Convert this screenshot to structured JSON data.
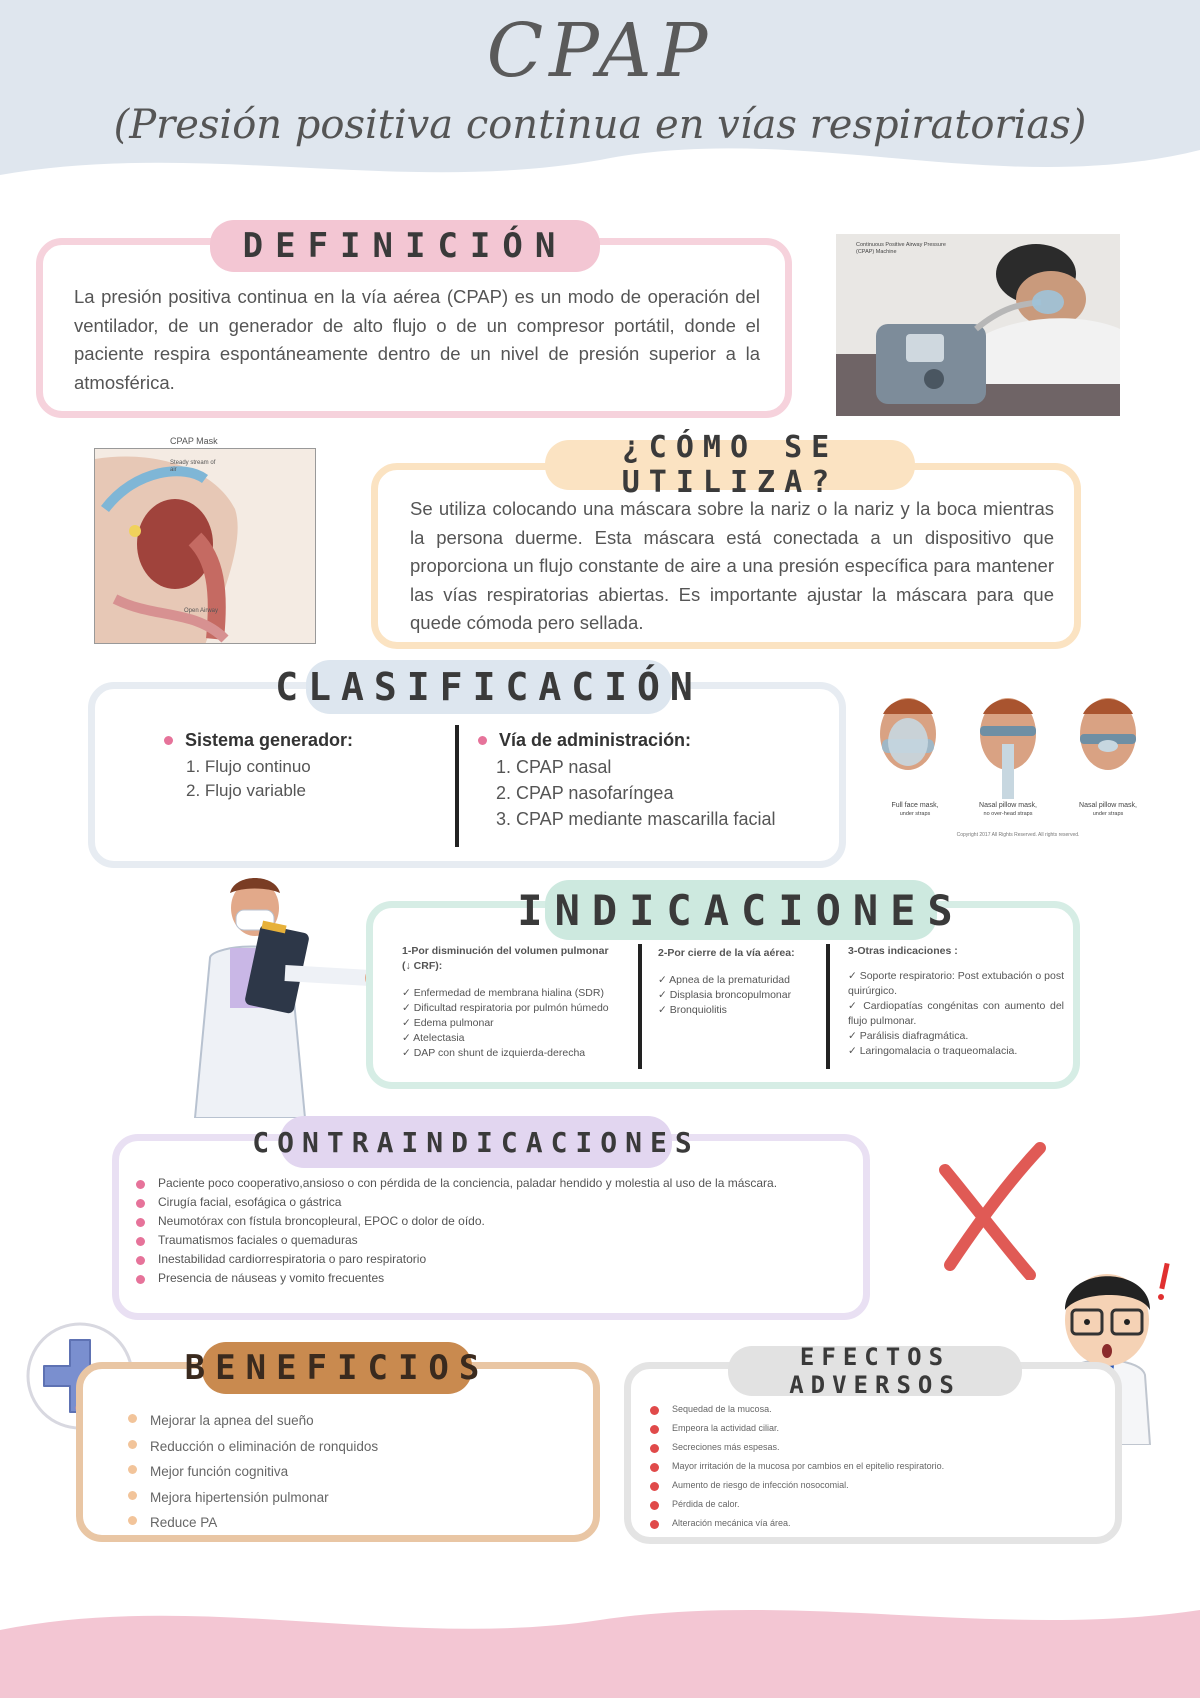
{
  "header": {
    "title": "CPAP",
    "subtitle": "(Presión positiva continua en vías respiratorias)"
  },
  "definicion": {
    "heading": "DEFINICIÓN",
    "text": "La presión positiva continua en la vía aérea (CPAP) es un modo de operación del ventilador, de un generador de alto flujo o de un compresor portátil, donde el paciente respira espontáneamente dentro de un nivel de presión superior a la atmosférica.",
    "image_caption": "Continuous Positive Airway Pressure (CPAP) Machine"
  },
  "uso": {
    "heading": "¿CÓMO SE UTILIZA?",
    "text": "Se utiliza colocando una máscara sobre la nariz o la nariz y la boca mientras la persona duerme. Esta máscara está conectada a un dispositivo que proporciona un flujo constante de aire a una presión específica para mantener las vías respiratorias abiertas. Es importante ajustar la máscara para que quede cómoda pero sellada.",
    "image_top_label": "CPAP Mask",
    "image_label_stream": "Steady stream of air",
    "image_label_airway": "Open Airway"
  },
  "clasificacion": {
    "heading": "CLASIFICACIÓN",
    "left_title": "Sistema generador:",
    "left_items": [
      "1. Flujo continuo",
      "2. Flujo variable"
    ],
    "right_title": "Vía de administración:",
    "right_items": [
      "1. CPAP nasal",
      "2. CPAP nasofaríngea",
      "3. CPAP mediante mascarilla facial"
    ],
    "masks": [
      {
        "label": "Full face mask,",
        "sub": "under straps"
      },
      {
        "label": "Nasal pillow mask,",
        "sub": "no over-head straps"
      },
      {
        "label": "Nasal pillow mask,",
        "sub": "under straps"
      }
    ],
    "copyright": "Copyright 2017 All Rights Reserved. All rights reserved."
  },
  "indicaciones": {
    "heading": "INDICACIONES",
    "col1_title": "1-Por disminución del volumen pulmonar (↓ CRF):",
    "col1_items": [
      "✓ Enfermedad de membrana hialina (SDR)",
      "✓ Dificultad respiratoria por pulmón húmedo",
      "✓ Edema pulmonar",
      "✓ Atelectasia",
      "✓ DAP con shunt de izquierda-derecha"
    ],
    "col2_title": "2-Por cierre de la vía aérea:",
    "col2_items": [
      "✓ Apnea de la prematuridad",
      "✓ Displasia broncopulmonar",
      "✓ Bronquiolitis"
    ],
    "col3_title": "3-Otras indicaciones :",
    "col3_items": [
      "✓ Soporte respiratorio: Post extubación o post quirúrgico.",
      "✓ Cardiopatías congénitas con aumento del flujo pulmonar.",
      "✓ Parálisis diafragmática.",
      "✓ Laringomalacia o traqueomalacia."
    ]
  },
  "contraindicaciones": {
    "heading": "CONTRAINDICACIONES",
    "items": [
      "Paciente poco cooperativo,ansioso o con pérdida de la conciencia, paladar hendido y molestia al uso de la máscara.",
      "Cirugía facial, esofágica o gástrica",
      "Neumotórax con fístula broncopleural, EPOC o dolor de oído.",
      "Traumatismos faciales o quemaduras",
      "Inestabilidad cardiorrespiratoria o paro respiratorio",
      "Presencia de náuseas y vomito frecuentes"
    ]
  },
  "beneficios": {
    "heading": "BENEFICIOS",
    "items": [
      "Mejorar la apnea del sueño",
      "Reducción o eliminación de ronquidos",
      "Mejor función cognitiva",
      "Mejora hipertensión pulmonar",
      "Reduce PA"
    ]
  },
  "efectos": {
    "heading": "EFECTOS ADVERSOS",
    "items": [
      "Sequedad de la mucosa.",
      "Empeora la actividad ciliar.",
      "Secreciones más espesas.",
      "Mayor irritación de la mucosa por cambios en el epitelio respiratorio.",
      "Aumento de riesgo de infección nosocomial.",
      "Pérdida de calor.",
      "Alteración mecánica vía área."
    ]
  },
  "colors": {
    "pink": "#f3c6d3",
    "peach": "#fbe3c2",
    "blue": "#dde6ef",
    "mint": "#cde9df",
    "lavender": "#e2d6f0",
    "brown": "#c98a4f",
    "gray": "#e2e2e2",
    "red_x": "#e05a55"
  }
}
